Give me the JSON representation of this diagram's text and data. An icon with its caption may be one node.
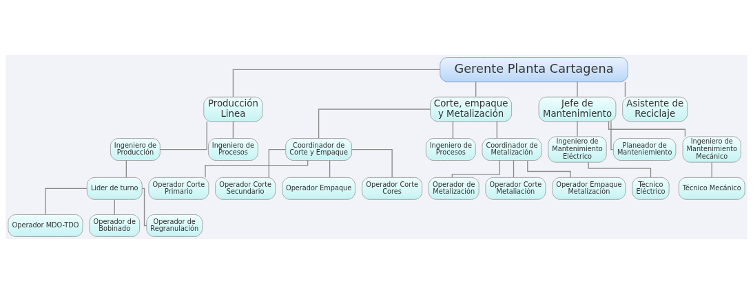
{
  "diagram": {
    "nodes": [
      {
        "text": [
          "Gerente Planta Cartagena"
        ]
      },
      {
        "text": [
          "Producción Linea"
        ]
      },
      {
        "text": [
          "Ingeniero de Producción"
        ]
      },
      {
        "text": [
          "Ingeniero de Procesos"
        ]
      },
      {
        "text": [
          "Lider de turno"
        ]
      },
      {
        "text": [
          "Operador MDO-TDO"
        ]
      },
      {
        "text": [
          "Operador de Bobinado"
        ]
      },
      {
        "text": [
          "Operador de Regranulación"
        ]
      },
      {
        "text": [
          "Corte, empaque y Metalización"
        ]
      },
      {
        "text": [
          "Coordinador de Corte y Empaque"
        ]
      },
      {
        "text": [
          "Ingeniero de Procesos"
        ]
      },
      {
        "text": [
          "Coordinador de Metalización"
        ]
      },
      {
        "text": [
          "Operador Corte Primario"
        ]
      },
      {
        "text": [
          "Operador Corte Secundario"
        ]
      },
      {
        "text": [
          "Operador Empaque"
        ]
      },
      {
        "text": [
          "Operador Corte Cores"
        ]
      },
      {
        "text": [
          "Operador de Metalización"
        ]
      },
      {
        "text": [
          "Operador Corte Metaliación"
        ]
      },
      {
        "text": [
          "Operador Empaque Metalización"
        ]
      },
      {
        "text": [
          "Jefe de Mantenimiento"
        ]
      },
      {
        "text": [
          "Ingeniero de Mantenimiento Eléctrico"
        ]
      },
      {
        "text": [
          "Planeador de Manteniemiento"
        ]
      },
      {
        "text": [
          "Ingeniero de Mantenimiento Mecánico"
        ]
      },
      {
        "text": [
          "Técnico Eléctrico"
        ]
      },
      {
        "text": [
          "Técnico Mecánico"
        ]
      },
      {
        "text": [
          "Asistente de Reciclaje"
        ]
      }
    ],
    "edges": [
      {
        "from": 0,
        "to": 1,
        "arrow": "none"
      },
      {
        "from": 0,
        "to": 8,
        "arrow": "none"
      },
      {
        "from": 0,
        "to": 19,
        "arrow": "none"
      },
      {
        "from": 0,
        "to": 25,
        "arrow": "none"
      },
      {
        "from": 1,
        "to": 2,
        "arrow": "none"
      },
      {
        "from": 1,
        "to": 3,
        "arrow": "none"
      },
      {
        "from": 2,
        "to": 4,
        "arrow": "none"
      },
      {
        "from": 4,
        "to": 5,
        "arrow": "none"
      },
      {
        "from": 4,
        "to": 6,
        "arrow": "none"
      },
      {
        "from": 4,
        "to": 7,
        "arrow": "none"
      },
      {
        "from": 8,
        "to": 9,
        "arrow": "none"
      },
      {
        "from": 8,
        "to": 10,
        "arrow": "none"
      },
      {
        "from": 8,
        "to": 11,
        "arrow": "none"
      },
      {
        "from": 9,
        "to": 12,
        "arrow": "none"
      },
      {
        "from": 9,
        "to": 13,
        "arrow": "none"
      },
      {
        "from": 9,
        "to": 14,
        "arrow": "none"
      },
      {
        "from": 9,
        "to": 15,
        "arrow": "none"
      },
      {
        "from": 11,
        "to": 16,
        "arrow": "none"
      },
      {
        "from": 11,
        "to": 17,
        "arrow": "none"
      },
      {
        "from": 11,
        "to": 18,
        "arrow": "none"
      },
      {
        "from": 19,
        "to": 20,
        "arrow": "none"
      },
      {
        "from": 19,
        "to": 21,
        "arrow": "none"
      },
      {
        "from": 19,
        "to": 22,
        "arrow": "none"
      },
      {
        "from": 20,
        "to": 23,
        "arrow": "none"
      },
      {
        "from": 22,
        "to": 24,
        "arrow": "none"
      }
    ]
  }
}
